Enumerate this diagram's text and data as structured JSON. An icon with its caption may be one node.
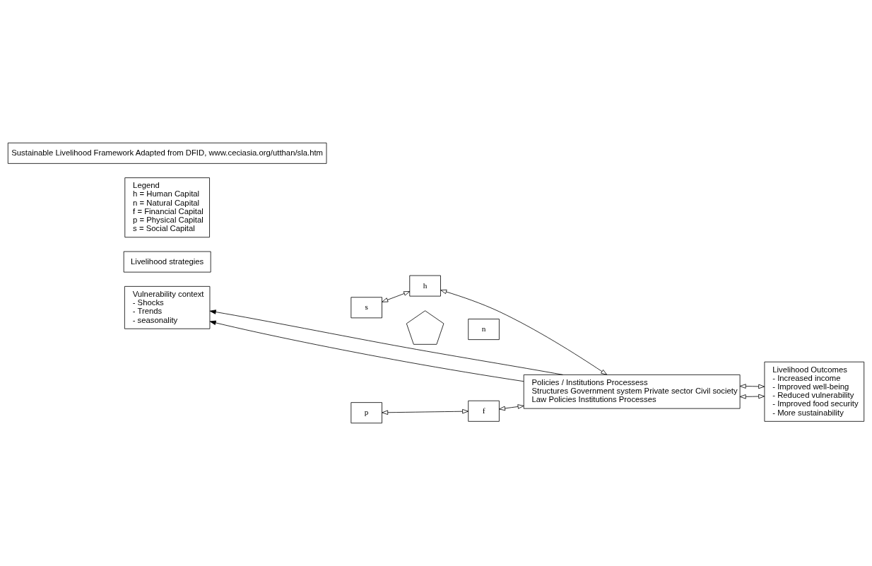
{
  "diagram": {
    "nodes": [
      {
        "text": [
          "Vulnerability context",
          "- Shocks",
          "- Trends",
          "- seasonality"
        ]
      },
      {
        "text": [
          "h"
        ]
      },
      {
        "text": [
          "s"
        ]
      },
      {
        "text": [
          "n"
        ]
      },
      {
        "text": [
          "p"
        ]
      },
      {
        "text": [
          "f"
        ]
      },
      {
        "text": [],
        "shape": "pentagon"
      },
      {
        "text": [
          "Policies / Institutions Processess",
          "Structures Government system Private sector Civil society",
          "Law Policies Institutions Processes"
        ]
      },
      {
        "text": [
          "Livelihood strategies"
        ]
      },
      {
        "text": [
          "Livelihood Outcomes",
          "- Increased income",
          "- Improved well-being",
          "- Reduced vulnerability",
          "- Improved food security",
          "- More sustainability"
        ]
      },
      {
        "text": [
          "Legend",
          "h = Human Capital",
          "n = Natural Capital",
          "f = Financial Capital",
          "p = Physical Capital",
          "s = Social Capital"
        ]
      },
      {
        "text": [
          "Sustainable Livelihood Framework Adapted from DFID, www.ceciasia.org/utthan/sla.htm"
        ]
      }
    ],
    "edges": [
      {
        "from": 7,
        "to": 0,
        "arrow": "to"
      },
      {
        "from": 2,
        "to": 1,
        "arrow": "both"
      },
      {
        "from": 1,
        "to": 7,
        "arrow": "both"
      },
      {
        "from": 4,
        "to": 5,
        "arrow": "both"
      },
      {
        "from": 5,
        "to": 7,
        "arrow": "both"
      },
      {
        "from": 7,
        "to": 9,
        "arrow": "both"
      },
      {
        "from": 7,
        "to": 9,
        "arrow": "both"
      },
      {
        "from": 7,
        "to": 0,
        "arrow": "to"
      }
    ]
  }
}
